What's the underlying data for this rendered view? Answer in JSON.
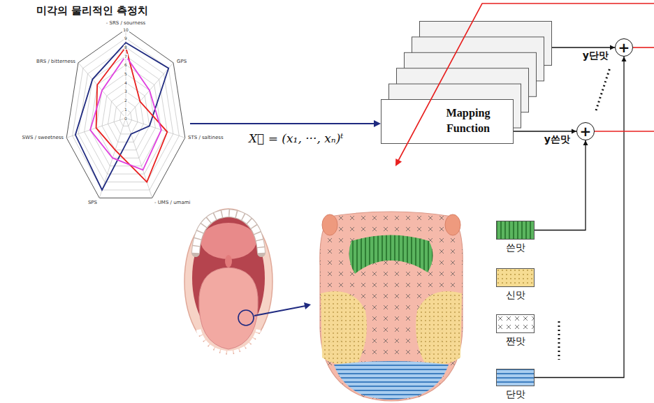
{
  "diagram": {
    "title": "미각의 물리적인 측정치",
    "nodes": [
      {
        "text": [
          "Mapping Function"
        ]
      },
      {
        "text": [
          "+"
        ]
      },
      {
        "text": [
          "+"
        ]
      },
      {
        "text": [
          "쓴맛"
        ]
      },
      {
        "text": [
          "신맛"
        ]
      },
      {
        "text": [
          "짠맛"
        ]
      },
      {
        "text": [
          "단맛"
        ]
      }
    ],
    "edges": [
      {
        "from": 0,
        "to": 1,
        "label": "y단맛",
        "arrow": "to"
      },
      {
        "from": 0,
        "to": 2,
        "label": "y쓴맛",
        "arrow": "to"
      },
      {
        "from": 3,
        "to": 2,
        "arrow": "to"
      },
      {
        "from": 6,
        "to": 1,
        "arrow": "to"
      }
    ],
    "labels": [
      "- SRS / sourness",
      "GPS",
      "STS / saltiness",
      "- UMS / umami",
      "SPS",
      "SWS / sweetness",
      "BRS / bitterness",
      "10",
      "9",
      "8",
      "7",
      "6",
      "5",
      "4",
      "3",
      "2",
      "1",
      "0",
      "X⃗ = (x₁, ···, xₙ)ᵗ"
    ]
  }
}
